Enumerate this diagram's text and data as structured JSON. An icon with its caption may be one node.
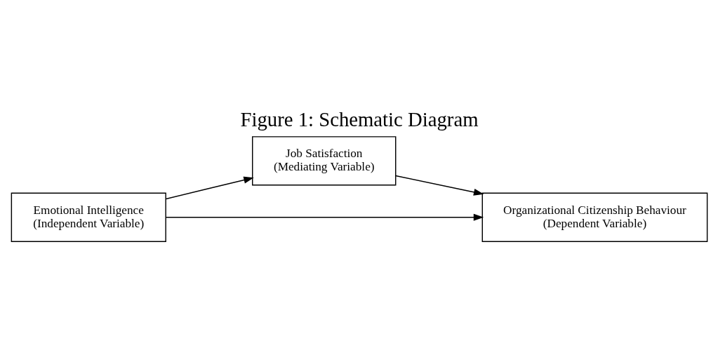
{
  "diagram": {
    "title": "Figure 1: Schematic Diagram",
    "nodes": [
      {
        "text": [
          "Job Satisfaction",
          "(Mediating Variable)"
        ]
      },
      {
        "text": [
          "Emotional Intelligence",
          "(Independent Variable)"
        ]
      },
      {
        "text": [
          "Organizational Citizenship Behaviour",
          "(Dependent Variable)"
        ]
      }
    ],
    "edges": [
      {
        "from": 1,
        "to": 0,
        "arrow": "to"
      },
      {
        "from": 0,
        "to": 2,
        "arrow": "to"
      },
      {
        "from": 1,
        "to": 2,
        "arrow": "to"
      }
    ]
  }
}
